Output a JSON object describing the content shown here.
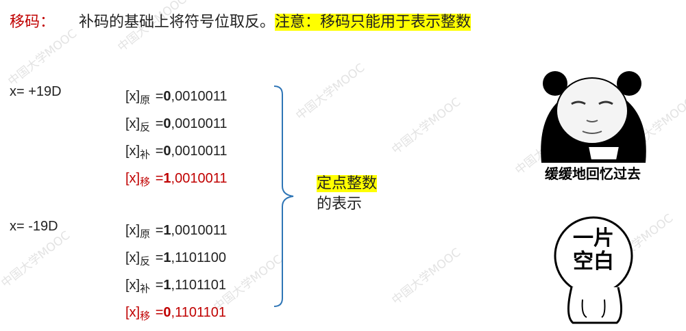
{
  "header": {
    "label": "移码",
    "colon": "：",
    "desc": "补码的基础上将符号位取反。",
    "note": "注意：移码只能用于表示整数"
  },
  "pos": {
    "x_label": "x= +19D",
    "rows": [
      {
        "prefix": "[x]",
        "sub": "原",
        "eq": " =",
        "sign": "0",
        "rest": ",0010011"
      },
      {
        "prefix": "[x]",
        "sub": "反",
        "eq": " =",
        "sign": "0",
        "rest": ",0010011"
      },
      {
        "prefix": "[x]",
        "sub": "补",
        "eq": " =",
        "sign": "0",
        "rest": ",0010011"
      },
      {
        "prefix": "[x]",
        "sub": "移",
        "eq": " =",
        "sign": "1",
        "rest": ",0010011"
      }
    ]
  },
  "neg": {
    "x_label": "x= -19D",
    "rows": [
      {
        "prefix": "[x]",
        "sub": "原",
        "eq": " =",
        "sign": "1",
        "rest": ",0010011"
      },
      {
        "prefix": "[x]",
        "sub": "反",
        "eq": " =",
        "sign": "1",
        "rest": ",1101100"
      },
      {
        "prefix": "[x]",
        "sub": "补",
        "eq": " =",
        "sign": "1",
        "rest": ",1101101"
      },
      {
        "prefix": "[x]",
        "sub": "移",
        "eq": " =",
        "sign": "0",
        "rest": ",1101101"
      }
    ]
  },
  "brace_label": {
    "line1": "定点整数",
    "line2": "的表示"
  },
  "memes": {
    "panda_caption": "缓缓地回忆过去",
    "blank_line1": "一片",
    "blank_line2": "空白"
  },
  "watermark": "中国大学MOOC",
  "colors": {
    "accent_red": "#c00000",
    "highlight": "#ffff00",
    "brace": "#2e75b6"
  }
}
